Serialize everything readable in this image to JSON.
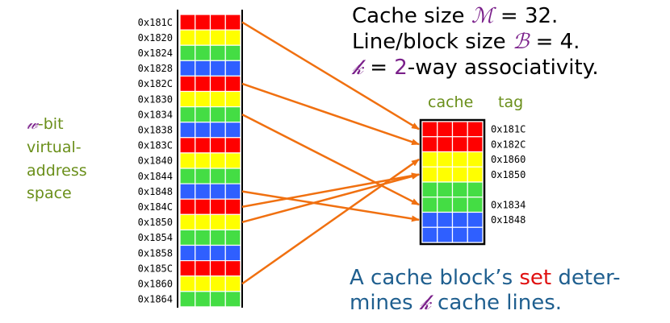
{
  "memory": {
    "label_lines": [
      "w-bit",
      "virtual-",
      "address",
      "space"
    ],
    "label_math": "𝓌",
    "rows": [
      {
        "address": "0x181C",
        "color": "#ff0000"
      },
      {
        "address": "0x1820",
        "color": "#ffff00"
      },
      {
        "address": "0x1824",
        "color": "#44dd44"
      },
      {
        "address": "0x1828",
        "color": "#2f5fff"
      },
      {
        "address": "0x182C",
        "color": "#ff0000"
      },
      {
        "address": "0x1830",
        "color": "#ffff00"
      },
      {
        "address": "0x1834",
        "color": "#44dd44"
      },
      {
        "address": "0x1838",
        "color": "#2f5fff"
      },
      {
        "address": "0x183C",
        "color": "#ff0000"
      },
      {
        "address": "0x1840",
        "color": "#ffff00"
      },
      {
        "address": "0x1844",
        "color": "#44dd44"
      },
      {
        "address": "0x1848",
        "color": "#2f5fff"
      },
      {
        "address": "0x184C",
        "color": "#ff0000"
      },
      {
        "address": "0x1850",
        "color": "#ffff00"
      },
      {
        "address": "0x1854",
        "color": "#44dd44"
      },
      {
        "address": "0x1858",
        "color": "#2f5fff"
      },
      {
        "address": "0x185C",
        "color": "#ff0000"
      },
      {
        "address": "0x1860",
        "color": "#ffff00"
      },
      {
        "address": "0x1864",
        "color": "#44dd44"
      }
    ]
  },
  "cache": {
    "header_cache": "cache",
    "header_tag": "tag",
    "lines": [
      {
        "color": "#ff0000",
        "tag": "0x181C"
      },
      {
        "color": "#ff0000",
        "tag": "0x182C"
      },
      {
        "color": "#ffff00",
        "tag": "0x1860"
      },
      {
        "color": "#ffff00",
        "tag": "0x1850"
      },
      {
        "color": "#44dd44",
        "tag": ""
      },
      {
        "color": "#44dd44",
        "tag": "0x1834"
      },
      {
        "color": "#2f5fff",
        "tag": "0x1848"
      },
      {
        "color": "#2f5fff",
        "tag": ""
      }
    ]
  },
  "mappings": [
    {
      "from": 0,
      "to": 0
    },
    {
      "from": 4,
      "to": 1
    },
    {
      "from": 6,
      "to": 5
    },
    {
      "from": 11,
      "to": 6
    },
    {
      "from": 12,
      "to": 3
    },
    {
      "from": 13,
      "to": 3
    },
    {
      "from": 17,
      "to": 2
    }
  ],
  "arrow_color": "#f07010",
  "params": {
    "line1_text": "Cache size ",
    "line1_math": "ℳ",
    "line1_value": " = 32.",
    "line2_text": "Line/block size ",
    "line2_math": "ℬ",
    "line2_value": " = 4.",
    "line3_math": "𝓀",
    "line3_mid": " = ",
    "line3_num": "2",
    "line3_rest": "-way associativity."
  },
  "note": {
    "part1": "A cache block’s ",
    "set_word": "set",
    "part2": " deter-",
    "line2_a": "mines ",
    "line2_math": "𝓀",
    "line2_b": " cache lines."
  },
  "colors": {
    "red": "#ff0000",
    "yellow": "#ffff00",
    "green": "#44dd44",
    "blue": "#2f5fff",
    "label_green": "#6a8f1a",
    "math_purple": "#7a1f8a",
    "note_blue": "#1f5f8f",
    "set_red": "#e01010",
    "arrow_orange": "#f07010"
  }
}
